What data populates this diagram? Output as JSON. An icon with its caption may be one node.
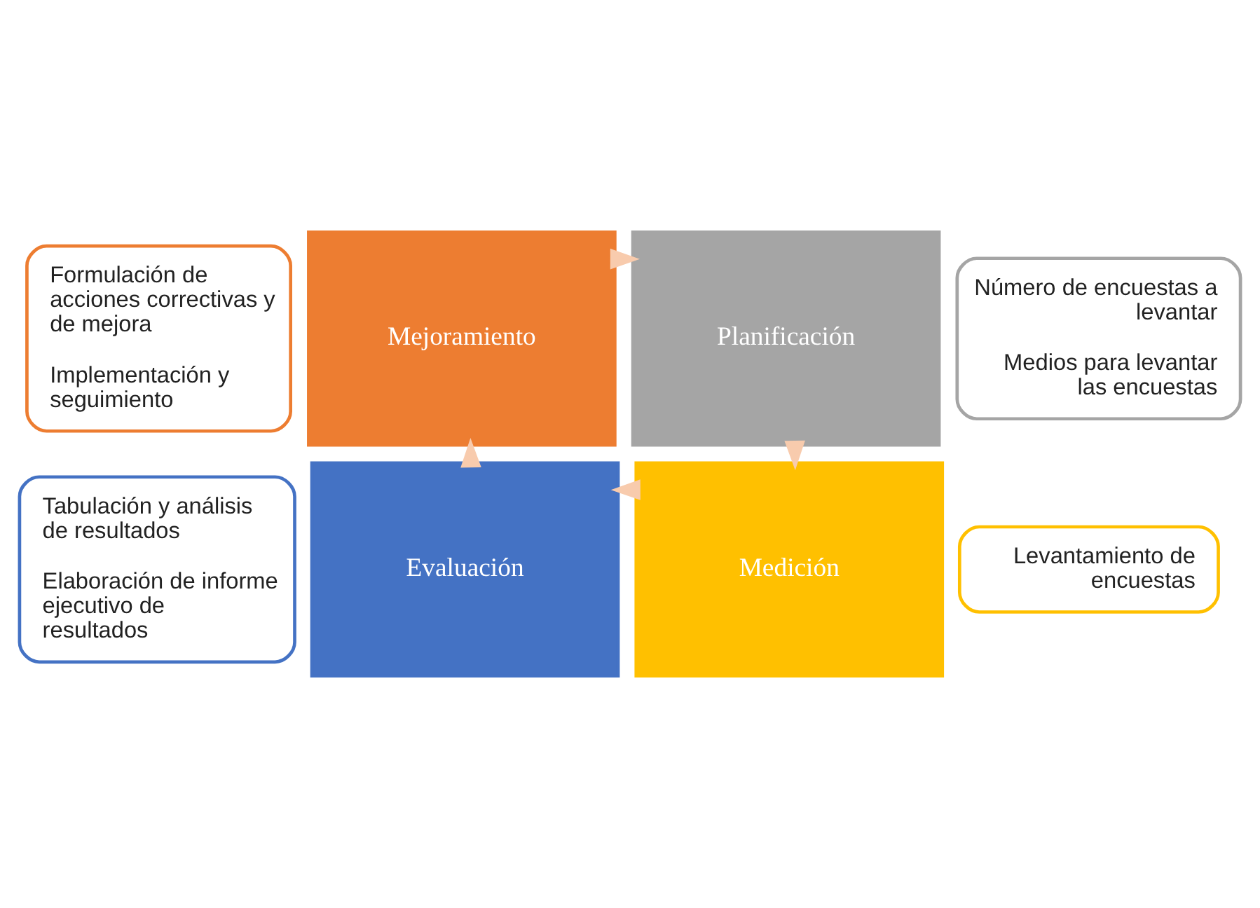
{
  "diagram": {
    "nodes": [
      {
        "text": [
          "Formulación de acciones correctivas y de mejora",
          "Implementación y seguimiento"
        ]
      },
      {
        "text": [
          "Mejoramiento"
        ]
      },
      {
        "text": [
          "Planificación"
        ]
      },
      {
        "text": [
          "Número de encuestas a levantar",
          "Medios para levantar las encuestas"
        ]
      },
      {
        "text": [
          "Tabulación y análisis de resultados",
          "Elaboración de informe ejecutivo de resultados"
        ]
      },
      {
        "text": [
          "Evaluación"
        ]
      },
      {
        "text": [
          "Medición"
        ]
      },
      {
        "text": [
          "Levantamiento de encuestas"
        ]
      }
    ],
    "edges": [
      {
        "from": 1,
        "to": 2,
        "arrow": "to"
      },
      {
        "from": 2,
        "to": 6,
        "arrow": "to"
      },
      {
        "from": 6,
        "to": 5,
        "arrow": "to"
      },
      {
        "from": 5,
        "to": 1,
        "arrow": "to"
      }
    ]
  }
}
